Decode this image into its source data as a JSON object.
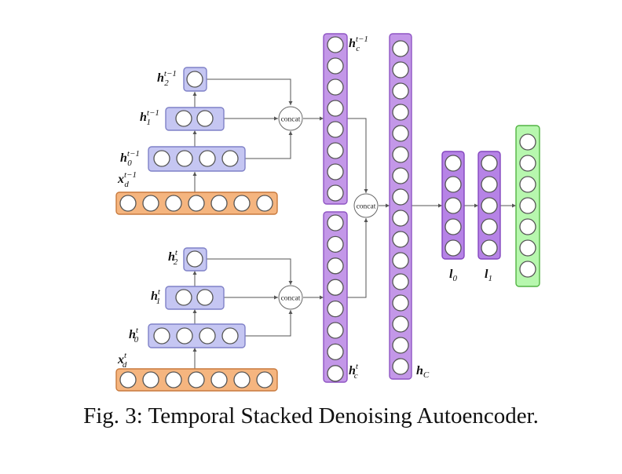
{
  "colors": {
    "input_fill": "#F5B57F",
    "input_stroke": "#C87A3E",
    "hidden_fill": "#C5C6F2",
    "hidden_stroke": "#7F81C7",
    "concat_fill": "#C397E8",
    "concat_stroke": "#8F55C3",
    "dense_fill": "#B683E6",
    "dense_stroke": "#8446BE",
    "output_fill": "#B7F7AE",
    "output_stroke": "#52B443",
    "arrow": "#555555"
  },
  "labels": {
    "h2_prev": {
      "base": "h",
      "sub": "2",
      "sup": "t−1"
    },
    "h1_prev": {
      "base": "h",
      "sub": "1",
      "sup": "t−1"
    },
    "h0_prev": {
      "base": "h",
      "sub": "0",
      "sup": "t−1"
    },
    "xd_prev": {
      "base": "x",
      "sub": "d",
      "sup": "t−1"
    },
    "h2_cur": {
      "base": "h",
      "sub": "2",
      "sup": "t"
    },
    "h1_cur": {
      "base": "h",
      "sub": "1",
      "sup": "t"
    },
    "h0_cur": {
      "base": "h",
      "sub": "0",
      "sup": "t"
    },
    "xd_cur": {
      "base": "x",
      "sub": "d",
      "sup": "t"
    },
    "hc_prev": {
      "base": "h",
      "sub": "c",
      "sup": "t−1"
    },
    "hc_cur": {
      "base": "h",
      "sub": "c",
      "sup": "t"
    },
    "hc": {
      "base": "h",
      "sub": "C",
      "sup": ""
    },
    "l0": {
      "base": "l",
      "sub": "0",
      "sup": ""
    },
    "l1": {
      "base": "l",
      "sub": "1",
      "sup": ""
    }
  },
  "concat_label": "concat",
  "caption": "Fig. 3: Temporal Stacked Denoising Autoencoder."
}
